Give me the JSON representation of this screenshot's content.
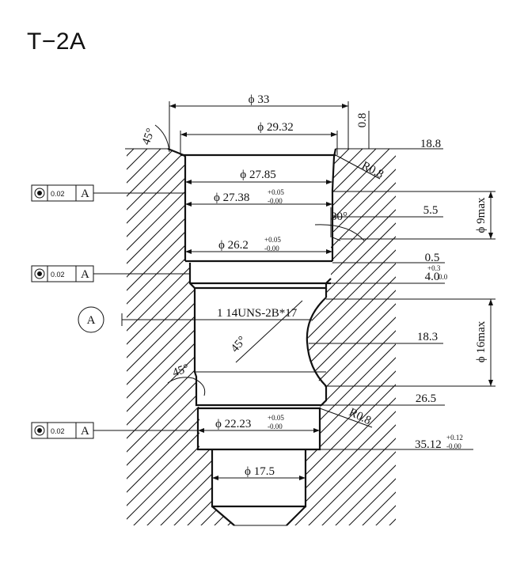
{
  "title": "T−2A",
  "dims": {
    "d33": "ϕ 33",
    "d0_8": "0.8",
    "d29_32": "ϕ 29.32",
    "d18_8": "18.8",
    "r0_8_top": "R0.8",
    "d27_85": "ϕ 27.85",
    "d27_38": "ϕ 27.38",
    "d27_38_tol_up": "+0.05",
    "d27_38_tol_lo": "-0.00",
    "d5_5": "5.5",
    "d9max": "ϕ 9max",
    "d26_2": "ϕ 26.2",
    "d26_2_tol_up": "+0.05",
    "d26_2_tol_lo": "-0.00",
    "d0_5": "0.5",
    "d4_0": "4.0",
    "d4_0_tol_up": "+0.3",
    "d4_0_tol_lo": "0.0",
    "thread": "1 14UNS-2B*17",
    "d18_3": "18.3",
    "d16max": "ϕ 16max",
    "d26_5": "26.5",
    "r0_8_bottom": "R0.8",
    "d22_23": "ϕ 22.23",
    "d22_23_tol_up": "+0.05",
    "d22_23_tol_lo": "-0.00",
    "d35_12": "35.12",
    "d35_12_tol_up": "+0.12",
    "d35_12_tol_lo": "-0.00",
    "d17_5": "ϕ 17.5",
    "a45_top": "45°",
    "a30": "30°",
    "a45_mid": "45°",
    "a45_left": "45°"
  },
  "datum": {
    "label": "A"
  },
  "feature_controls": [
    {
      "tolerance": "0.02",
      "datum": "A"
    },
    {
      "tolerance": "0.02",
      "datum": "A"
    },
    {
      "tolerance": "0.02",
      "datum": "A"
    }
  ]
}
